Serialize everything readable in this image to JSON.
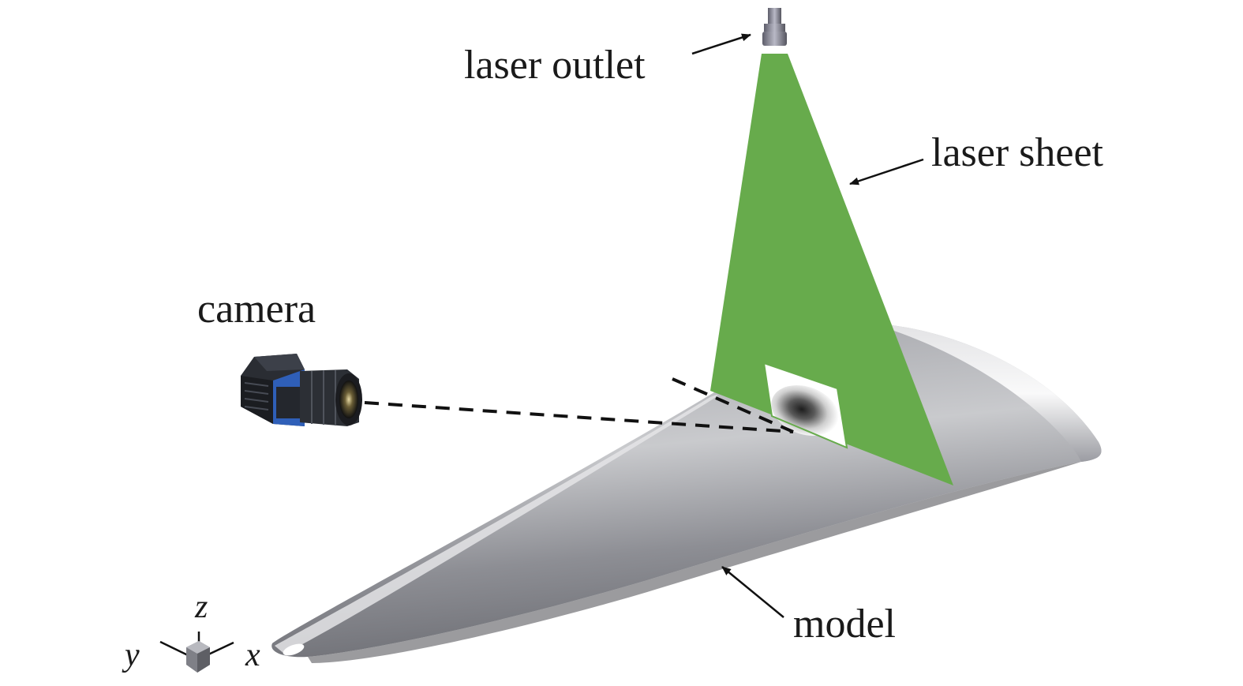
{
  "labels": {
    "laser_outlet": "laser outlet",
    "laser_sheet": "laser sheet",
    "camera": "camera",
    "model": "model"
  },
  "axes": {
    "x": "x",
    "y": "y",
    "z": "z"
  },
  "colors": {
    "laser_sheet": "#67ab4c",
    "model_light": "#f2f2f4",
    "model_dark": "#8e8f96",
    "camera_body": "#2a2d33",
    "camera_accent": "#2f5fb8",
    "text": "#1a1a1a"
  }
}
